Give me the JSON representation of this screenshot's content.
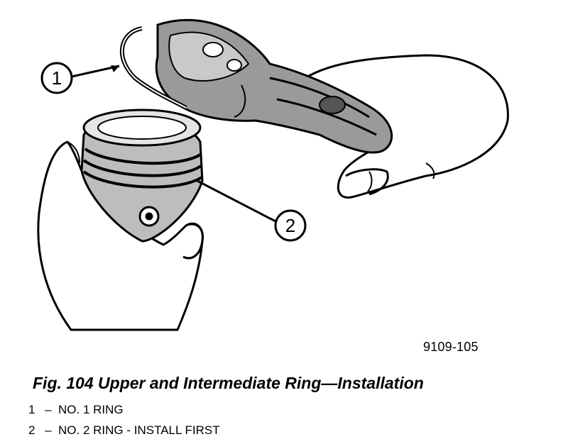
{
  "callouts": [
    {
      "number": "1"
    },
    {
      "number": "2"
    }
  ],
  "figure_id": "9109-105",
  "caption": {
    "title": "Fig. 104 Upper and Intermediate Ring—Installation"
  },
  "legend": [
    {
      "number": "1",
      "dash": "–",
      "text": "NO. 1 RING"
    },
    {
      "number": "2",
      "dash": "–",
      "text": "NO. 2 RING - INSTALL FIRST"
    }
  ]
}
